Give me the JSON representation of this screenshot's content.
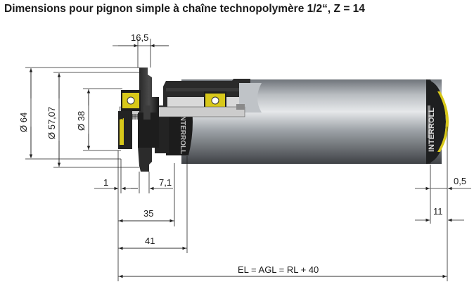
{
  "title": "Dimensions pour pignon simple à chaîne technopolymère 1/2“, Z = 14",
  "brand_text": "INTERROLL",
  "dimensions": {
    "top_width": "16,5",
    "dia_64": "Ø 64",
    "dia_57": "Ø 57,07",
    "dia_38": "Ø 38",
    "gap_1": "1",
    "dist_7_1": "7,1",
    "dist_0_5": "0,5",
    "dist_11": "11",
    "dist_35": "35",
    "dist_41": "41",
    "overall": "EL = AGL = RL + 40"
  },
  "colors": {
    "tube": "#8d9298",
    "seal_yellow": "#d8c81a",
    "dark": "#1c1c1c",
    "line": "#222222"
  }
}
